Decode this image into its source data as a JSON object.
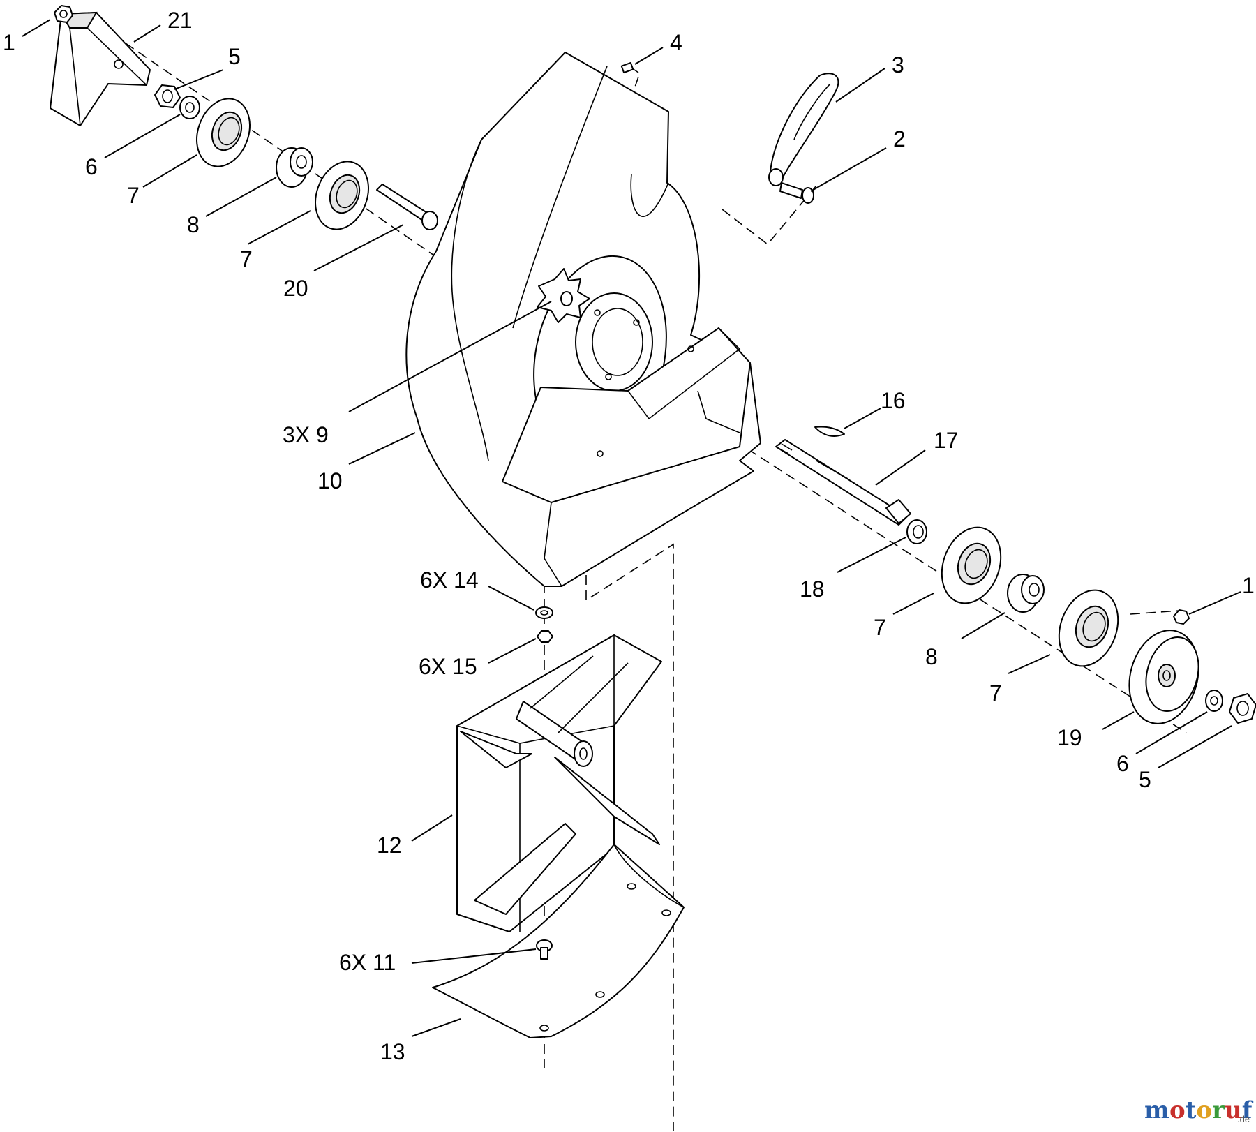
{
  "callouts": {
    "c1_top": "1",
    "c21": "21",
    "c5_top": "5",
    "c6_top": "6",
    "c7_a": "7",
    "c8_top": "8",
    "c7_b": "7",
    "c20": "20",
    "c4": "4",
    "c3": "3",
    "c2": "2",
    "c3x9": "3X  9",
    "c10": "10",
    "c16": "16",
    "c17": "17",
    "c18": "18",
    "c7_c": "7",
    "c8_bot": "8",
    "c7_d": "7",
    "c1_bot": "1",
    "c19": "19",
    "c6_bot": "6",
    "c5_bot": "5",
    "c6x14": "6X  14",
    "c6x15": "6X  15",
    "c12": "12",
    "c6x11": "6X  11",
    "c13": "13"
  },
  "watermark": {
    "letters": [
      "m",
      "o",
      "t",
      "o",
      "r",
      "u",
      "f"
    ],
    "colors": [
      "#2a5ea8",
      "#c8302c",
      "#2a5ea8",
      "#e0a020",
      "#3a9a3a",
      "#c8302c",
      "#2a5ea8"
    ],
    "suffix": ".de"
  }
}
